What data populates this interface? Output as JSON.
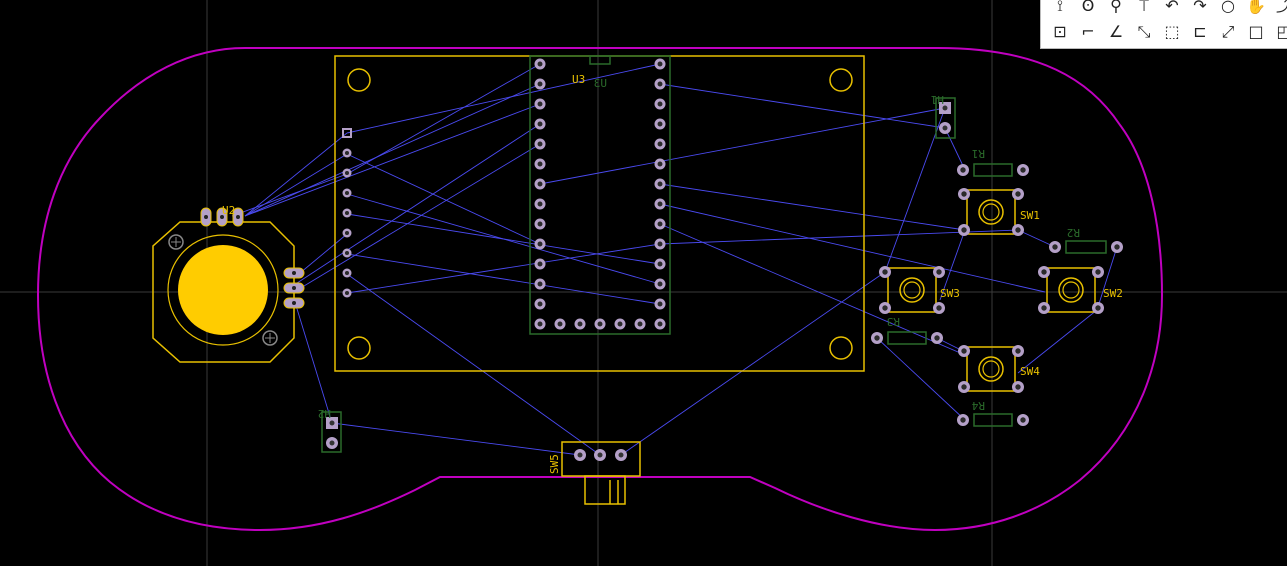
{
  "colors": {
    "background": "#000000",
    "outline": "#c000c0",
    "silkscreen": "#e8c000",
    "ratsnest": "#4444ee",
    "pad": "#b4a0c8",
    "component_body": "#2a5a2a",
    "crosshair": "#444444"
  },
  "designators": {
    "u3": "U3",
    "u3_mirrored": "U3",
    "u2": "U2",
    "h1": "H1",
    "h2": "H2",
    "r1": "R1",
    "r2": "R2",
    "r3": "R3",
    "r4": "R4",
    "sw1": "SW1",
    "sw2": "SW2",
    "sw3": "SW3",
    "sw4": "SW4",
    "sw5": "SW5"
  },
  "toolbar": {
    "icons": [
      "route-icon",
      "ring-icon",
      "probe-icon",
      "pin-icon",
      "arc-left-icon",
      "arc-right-icon",
      "circle-icon",
      "hand-icon",
      "pin-partial-icon",
      "image-icon",
      "corner-icon",
      "angle-icon",
      "measure-icon",
      "dashed-rect-icon",
      "step-icon",
      "diagonal-icon",
      "square-icon",
      "partial-icon"
    ],
    "glyphs": [
      "⟟",
      "ʘ",
      "⚲",
      "⍑",
      "↶",
      "↷",
      "○",
      "✋",
      "⤴",
      "⊡",
      "⌐",
      "∠",
      "⤡",
      "⬚",
      "⊏",
      "⤢",
      "□",
      "◰"
    ]
  }
}
